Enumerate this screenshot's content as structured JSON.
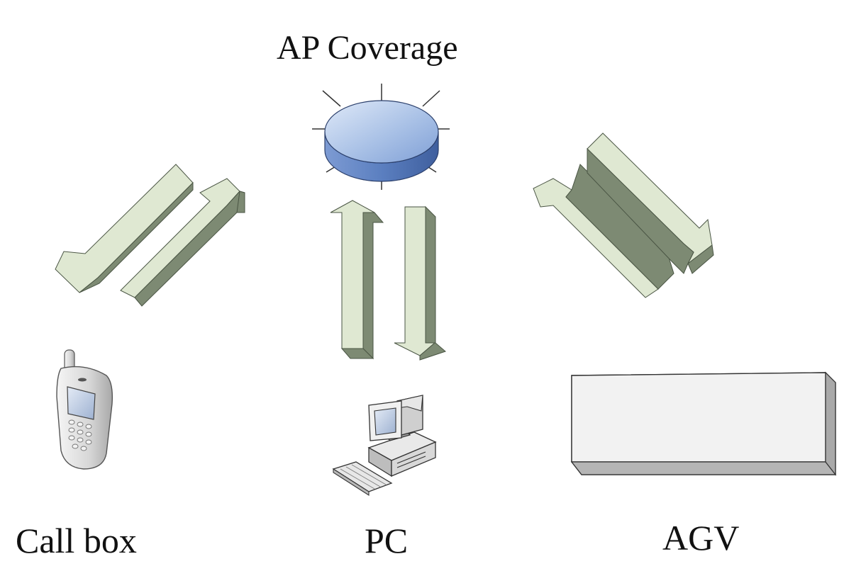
{
  "labels": {
    "ap_coverage": "AP Coverage",
    "call_box": "Call box",
    "pc": "PC",
    "agv": "AGV"
  },
  "icons": {
    "access_point": "access-point-icon",
    "call_box": "mobile-phone-icon",
    "pc": "desktop-computer-icon",
    "agv": "agv-box-icon"
  },
  "colors": {
    "arrow_face": "#dfe8d2",
    "arrow_side": "#7d8a73",
    "ap_top": "#a9c1e6",
    "ap_side": "#4f72b3",
    "agv_face": "#f2f2f2",
    "agv_side": "#c9c9c9"
  }
}
